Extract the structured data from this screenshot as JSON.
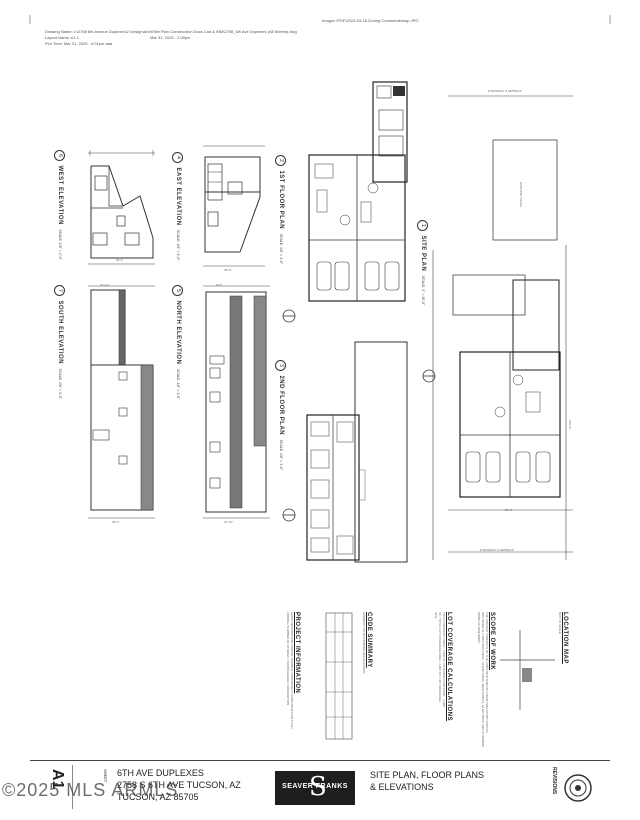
{
  "header": {
    "date_stamp": "Mar 31, 2025 - 2:09pm",
    "file_ref": "Images    \\PDF\\2024-03-18 Zoning Comments\\map.JPG",
    "drawing_name": "Drawing Name: c:\\2758 6th Avenue Duplexes\\2 Design\\Arch\\Site Plan Construction Docs Cad & BIM\\2758_6th Ave Duplexes (All Sheets).dwg",
    "layout_name": "Layout Name: A1.1",
    "plot_time": "Plot Time: Mar 31, 2025 - 4:01pm     aaa"
  },
  "views": {
    "east_elevation": {
      "num": "4",
      "title": "EAST ELEVATION",
      "scale": "SCALE: 1/8\" = 1'-0\""
    },
    "west_elevation": {
      "num": "6",
      "title": "WEST ELEVATION",
      "scale": "SCALE: 1/8\" = 1'-0\""
    },
    "south_elevation": {
      "num": "7",
      "title": "SOUTH ELEVATION",
      "scale": "SCALE: 1/8\" = 1'-0\""
    },
    "north_elevation": {
      "num": "5",
      "title": "NORTH ELEVATION",
      "scale": "SCALE: 1/8\" = 1'-0\""
    },
    "first_floor_plan": {
      "num": "2",
      "title": "1ST FLOOR PLAN",
      "scale": "SCALE: 1/8\" = 1'-0\""
    },
    "second_floor_plan": {
      "num": "3",
      "title": "2ND FLOOR PLAN",
      "scale": "SCALE: 1/8\" = 1'-0\""
    },
    "site_plan": {
      "num": "1",
      "title": "SITE PLAN",
      "scale": "SCALE: 1\" = 20'-0\""
    }
  },
  "dims": {
    "elev_w1": "26'-1\"",
    "elev_w2": "25'-0\"",
    "elev_w3": "31'-10\"",
    "elev_w4": "9'-0\"",
    "elev_w5": "26'-1\"",
    "elev_w6": "31'-10\"",
    "site_top": "8 SETBACK    8 SETBACK",
    "site_bottom": "8 SETBACK    8 SETBACK",
    "site_total": "50'-0\"",
    "site_depth": "150'-0\"",
    "existing_trash": "EXISTING TRASH"
  },
  "info_blocks": {
    "location_map": {
      "title": "LOCATION MAP",
      "text": "NOT TO SCALE"
    },
    "scope_of_work": {
      "title": "SCOPE OF WORK",
      "text": "THE PROJECT CONSISTS OF THE CONSTRUCTION OF A NEW TWO STORY DUPLEX INCLUDING ALL ARCHITECTURAL, STRUCTURAL, MECHANICAL, ELECTRICAL AND PLUMBING WORK AS REQUIRED."
    },
    "lot_coverage": {
      "title": "LOT COVERAGE CALCULATIONS",
      "text": "TOTAL PROPERTY AREA - 7,500 SF / BUILDING FOOTPRINT - 2,600 SF / TOTAL LOT COVERAGE AREA - 2,906 SF / LOT COVERAGE - 38%"
    },
    "code_summary": {
      "title": "CODE SUMMARY",
      "text": "SUMMARY OF GOVERNING REGULATIONS"
    },
    "project_information": {
      "title": "PROJECT INFORMATION",
      "text": "LEGAL DESCRIPTION / PARCEL NUMBER / OCCUPANCY / CONSTRUCTION TYPE / ZONING / NUMBER OF STORIES / SPRINKLERED / JURISDICTION"
    }
  },
  "title_block": {
    "project_line1": "6TH AVE DUPLEXES",
    "project_line2": "2758 S 6TH AVE TUCSON, AZ",
    "project_line3": "TUCSON, AZ 85705",
    "sheet_title_line1": "SITE PLAN, FLOOR PLANS",
    "sheet_title_line2": "& ELEVATIONS",
    "firm_name": "SEAVER FRANKS",
    "sheet_number": "A1",
    "sheet_label": "SHEET",
    "revisions_label": "REVISIONS",
    "watermark": "©2025 MLS ARMLS"
  }
}
